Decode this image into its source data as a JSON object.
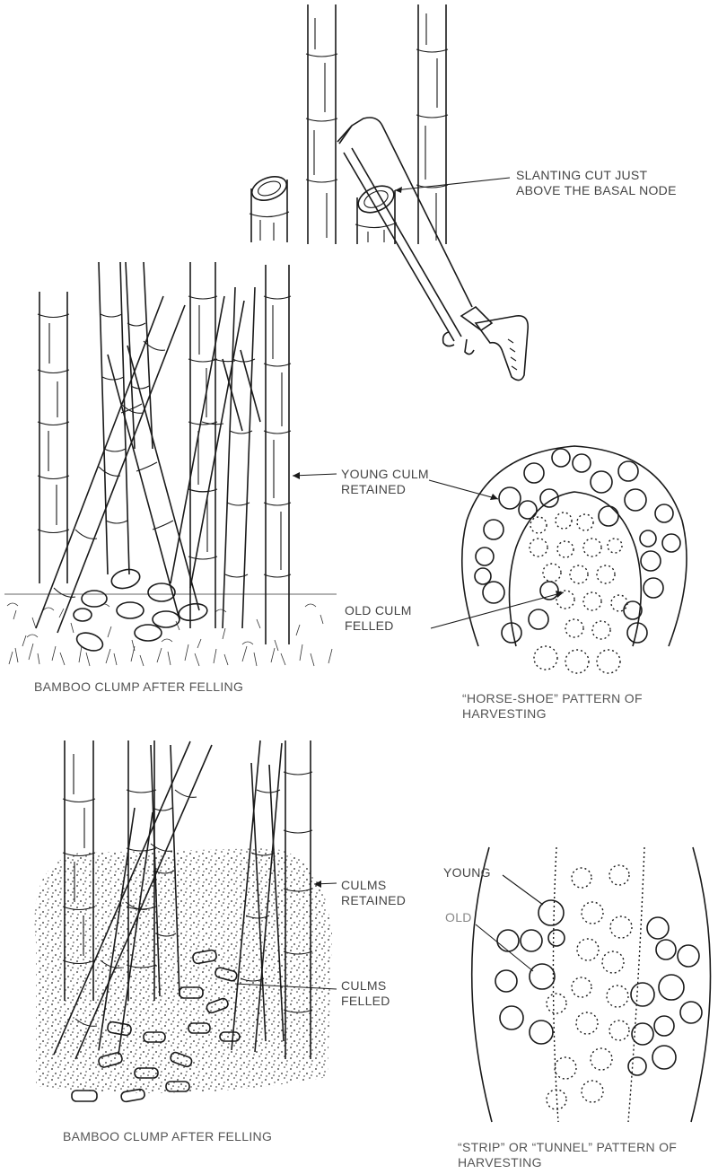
{
  "labels": {
    "slanting_cut": [
      "SLANTING CUT JUST",
      "ABOVE THE BASAL NODE"
    ],
    "young_culm": [
      "YOUNG CULM",
      "RETAINED"
    ],
    "old_culm": [
      "OLD CULM",
      "FELLED"
    ],
    "caption_clump_1": "BAMBOO CLUMP AFTER FELLING",
    "caption_horseshoe": [
      "“HORSE-SHOE” PATTERN OF",
      "HARVESTING"
    ],
    "culms_retained": [
      "CULMS",
      "RETAINED"
    ],
    "culms_felled": [
      "CULMS",
      "FELLED"
    ],
    "young": "YOUNG",
    "old": "OLD",
    "caption_clump_2": "BAMBOO CLUMP AFTER FELLING",
    "caption_strip": [
      "“STRIP” OR “TUNNEL” PATTERN OF",
      "HARVESTING"
    ]
  },
  "colors": {
    "ink": "#1a1a1a",
    "label_text": "#444444",
    "background": "#ffffff"
  }
}
